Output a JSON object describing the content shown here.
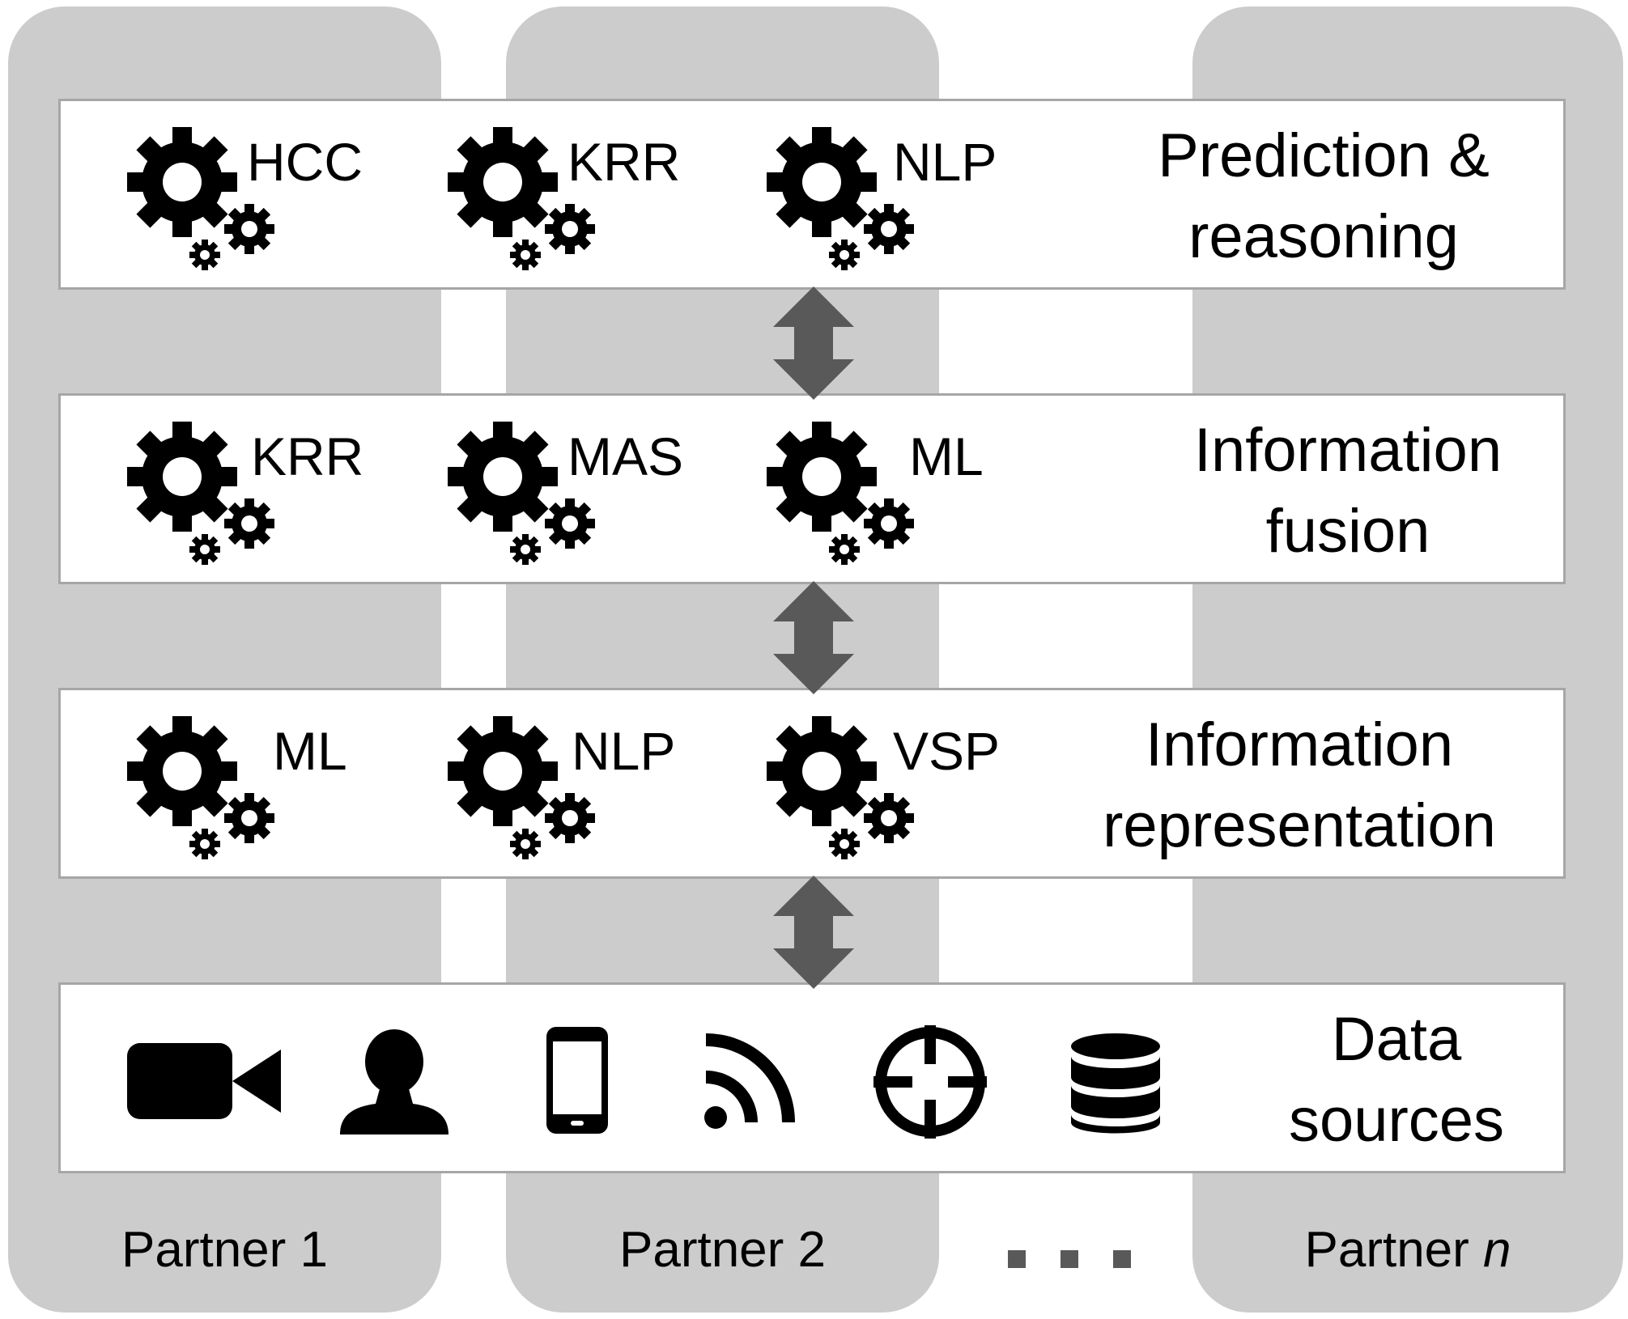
{
  "partners": [
    {
      "label": "Partner 1"
    },
    {
      "label": "Partner 2"
    },
    {
      "label_prefix": "Partner ",
      "label_emph": "n"
    }
  ],
  "ellipsis_shown": true,
  "layers": {
    "prediction": {
      "title_line1": "Prediction &",
      "title_line2": "reasoning",
      "components": [
        "HCC",
        "KRR",
        "NLP"
      ]
    },
    "fusion": {
      "title_line1": "Information",
      "title_line2": "fusion",
      "components": [
        "KRR",
        "MAS",
        "ML"
      ]
    },
    "representation": {
      "title_line1": "Information",
      "title_line2": "representation",
      "components": [
        "ML",
        "NLP",
        "VSP"
      ]
    },
    "data": {
      "title_line1": "Data",
      "title_line2": "sources",
      "icons": [
        "video-camera-icon",
        "person-icon",
        "smartphone-icon",
        "rss-feed-icon",
        "crosshair-icon",
        "database-icon"
      ]
    }
  },
  "colors": {
    "partner_column": "#cccccc",
    "arrow": "#595959",
    "layer_fill": "#ffffff",
    "layer_border": "#a6a6a6",
    "icon": "#000000"
  }
}
